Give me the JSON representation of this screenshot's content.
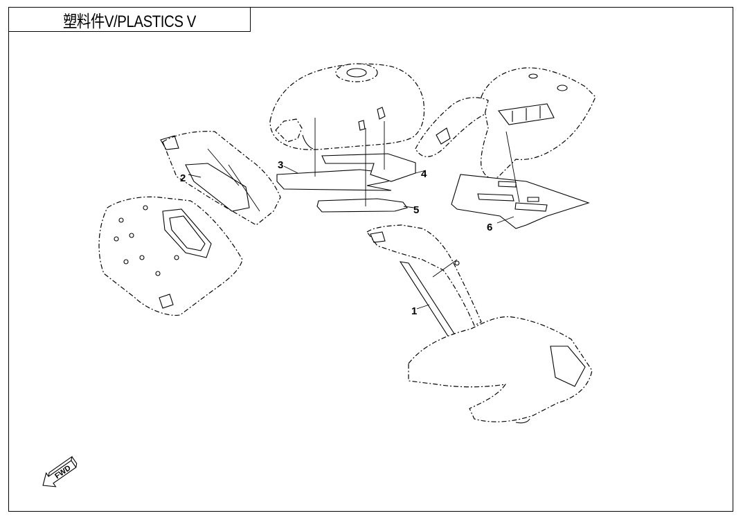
{
  "title": "塑料件V/PLASTICS  V",
  "callouts": [
    {
      "id": "1",
      "label": "1"
    },
    {
      "id": "2",
      "label": "2"
    },
    {
      "id": "3",
      "label": "3"
    },
    {
      "id": "4",
      "label": "4"
    },
    {
      "id": "5",
      "label": "5"
    },
    {
      "id": "6",
      "label": "6"
    }
  ],
  "fwd_label": "FWD",
  "icons": {
    "fwd": "forward-arrow-icon"
  }
}
